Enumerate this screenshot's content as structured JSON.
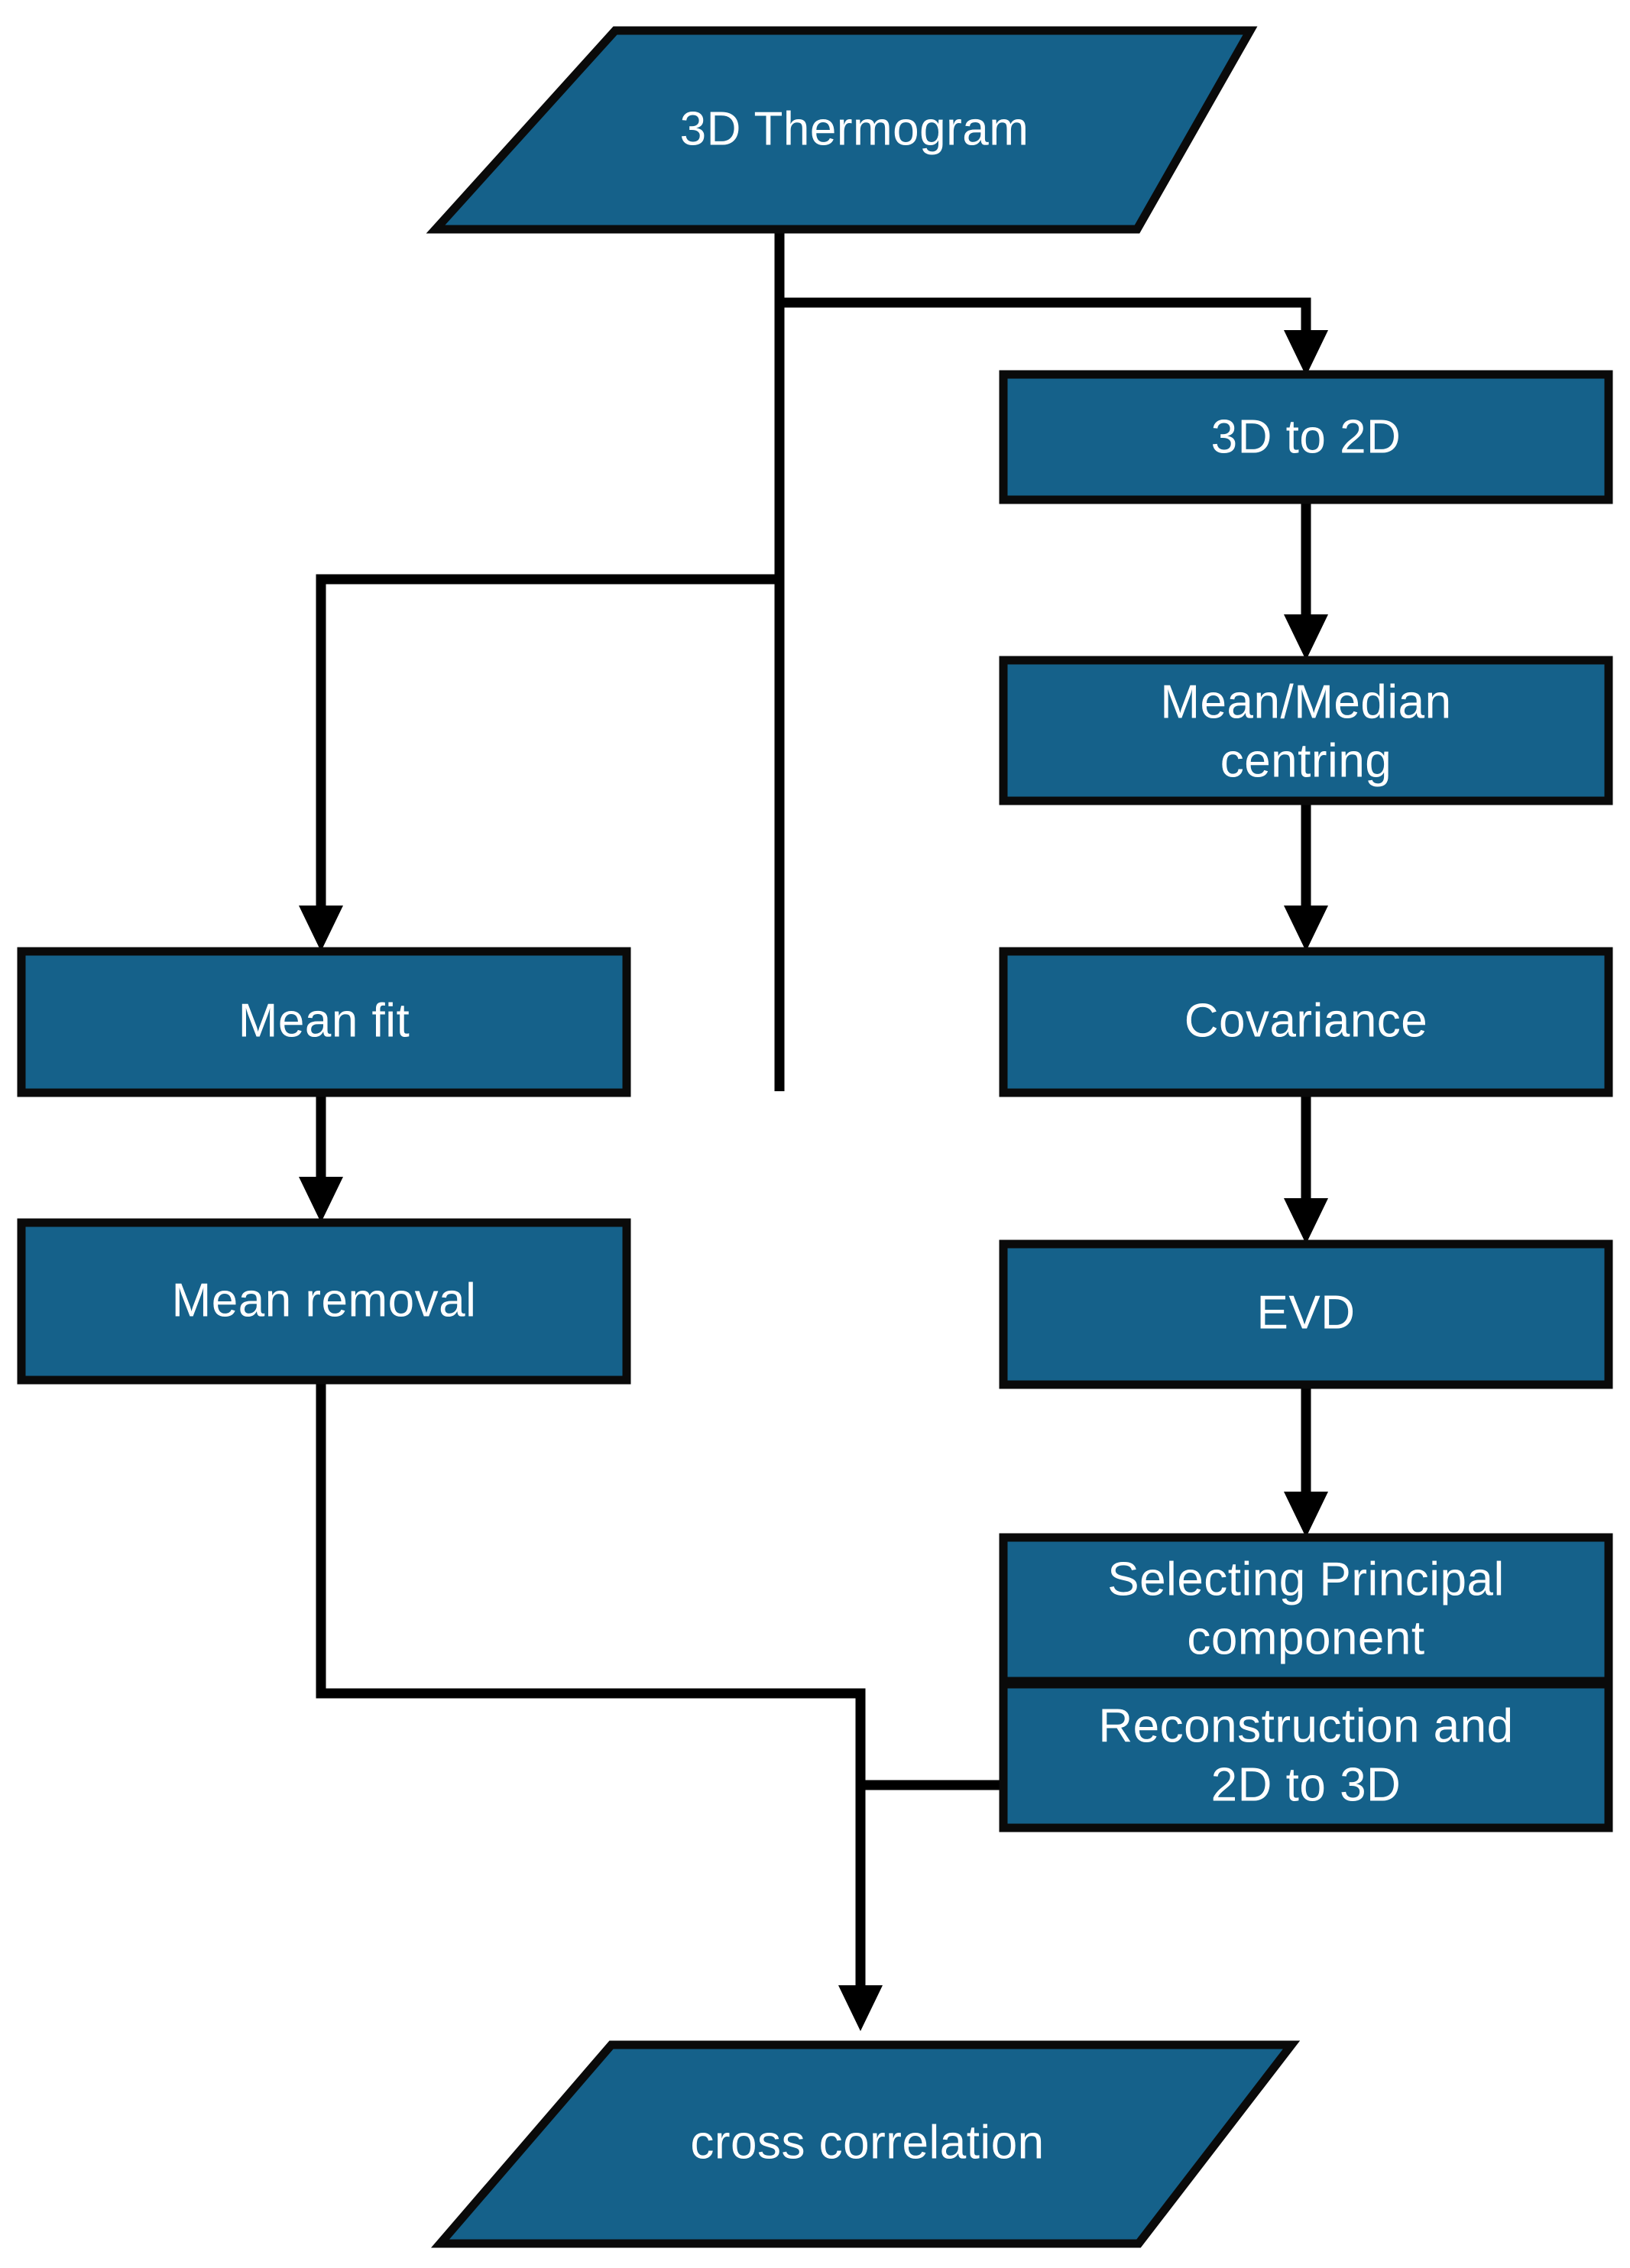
{
  "diagram": {
    "title": "PCA-based thermogram processing flowchart",
    "background_color": "#ffffff",
    "node_fill_color": "#15618a",
    "node_border_color": "#0a0a0a",
    "node_text_color": "#ffffff",
    "connector_color": "#000000",
    "nodes": [
      {
        "id": "thermogram",
        "shape": "parallelogram",
        "label": "3D Thermogram",
        "lines": [
          "3D Thermogram"
        ]
      },
      {
        "id": "three-d-to-two-d",
        "shape": "rectangle",
        "label": "3D to 2D",
        "lines": [
          "3D to 2D"
        ]
      },
      {
        "id": "mean-median-centring",
        "shape": "rectangle",
        "label": "Mean/Median centring",
        "lines": [
          "Mean/Median",
          "centring"
        ]
      },
      {
        "id": "covariance",
        "shape": "rectangle",
        "label": "Covariance",
        "lines": [
          "Covariance"
        ]
      },
      {
        "id": "evd",
        "shape": "rectangle",
        "label": "EVD",
        "lines": [
          "EVD"
        ]
      },
      {
        "id": "selecting-principal-component",
        "shape": "rectangle",
        "label": "Selecting Principal component",
        "lines": [
          "Selecting Principal",
          "component"
        ]
      },
      {
        "id": "reconstruction-2d-to-3d",
        "shape": "rectangle",
        "label": "Reconstruction and 2D to 3D",
        "lines": [
          "Reconstruction and",
          "2D to 3D"
        ]
      },
      {
        "id": "mean-fit",
        "shape": "rectangle",
        "label": "Mean fit",
        "lines": [
          "Mean fit"
        ]
      },
      {
        "id": "mean-removal",
        "shape": "rectangle",
        "label": "Mean removal",
        "lines": [
          "Mean removal"
        ]
      },
      {
        "id": "cross-correlation",
        "shape": "parallelogram",
        "label": "cross correlation",
        "lines": [
          "cross correlation"
        ]
      }
    ],
    "edges": [
      {
        "from": "thermogram",
        "to": "three-d-to-two-d",
        "arrow": true
      },
      {
        "from": "thermogram",
        "to": "mean-fit",
        "arrow": true
      },
      {
        "from": "three-d-to-two-d",
        "to": "mean-median-centring",
        "arrow": true
      },
      {
        "from": "mean-median-centring",
        "to": "covariance",
        "arrow": true
      },
      {
        "from": "covariance",
        "to": "evd",
        "arrow": true
      },
      {
        "from": "evd",
        "to": "selecting-principal-component",
        "arrow": true
      },
      {
        "from": "selecting-principal-component",
        "to": "reconstruction-2d-to-3d",
        "arrow": true
      },
      {
        "from": "mean-fit",
        "to": "mean-removal",
        "arrow": true
      },
      {
        "from": "mean-removal",
        "to": "cross-correlation",
        "arrow": true
      },
      {
        "from": "reconstruction-2d-to-3d",
        "to": "cross-correlation",
        "arrow": true
      }
    ]
  }
}
